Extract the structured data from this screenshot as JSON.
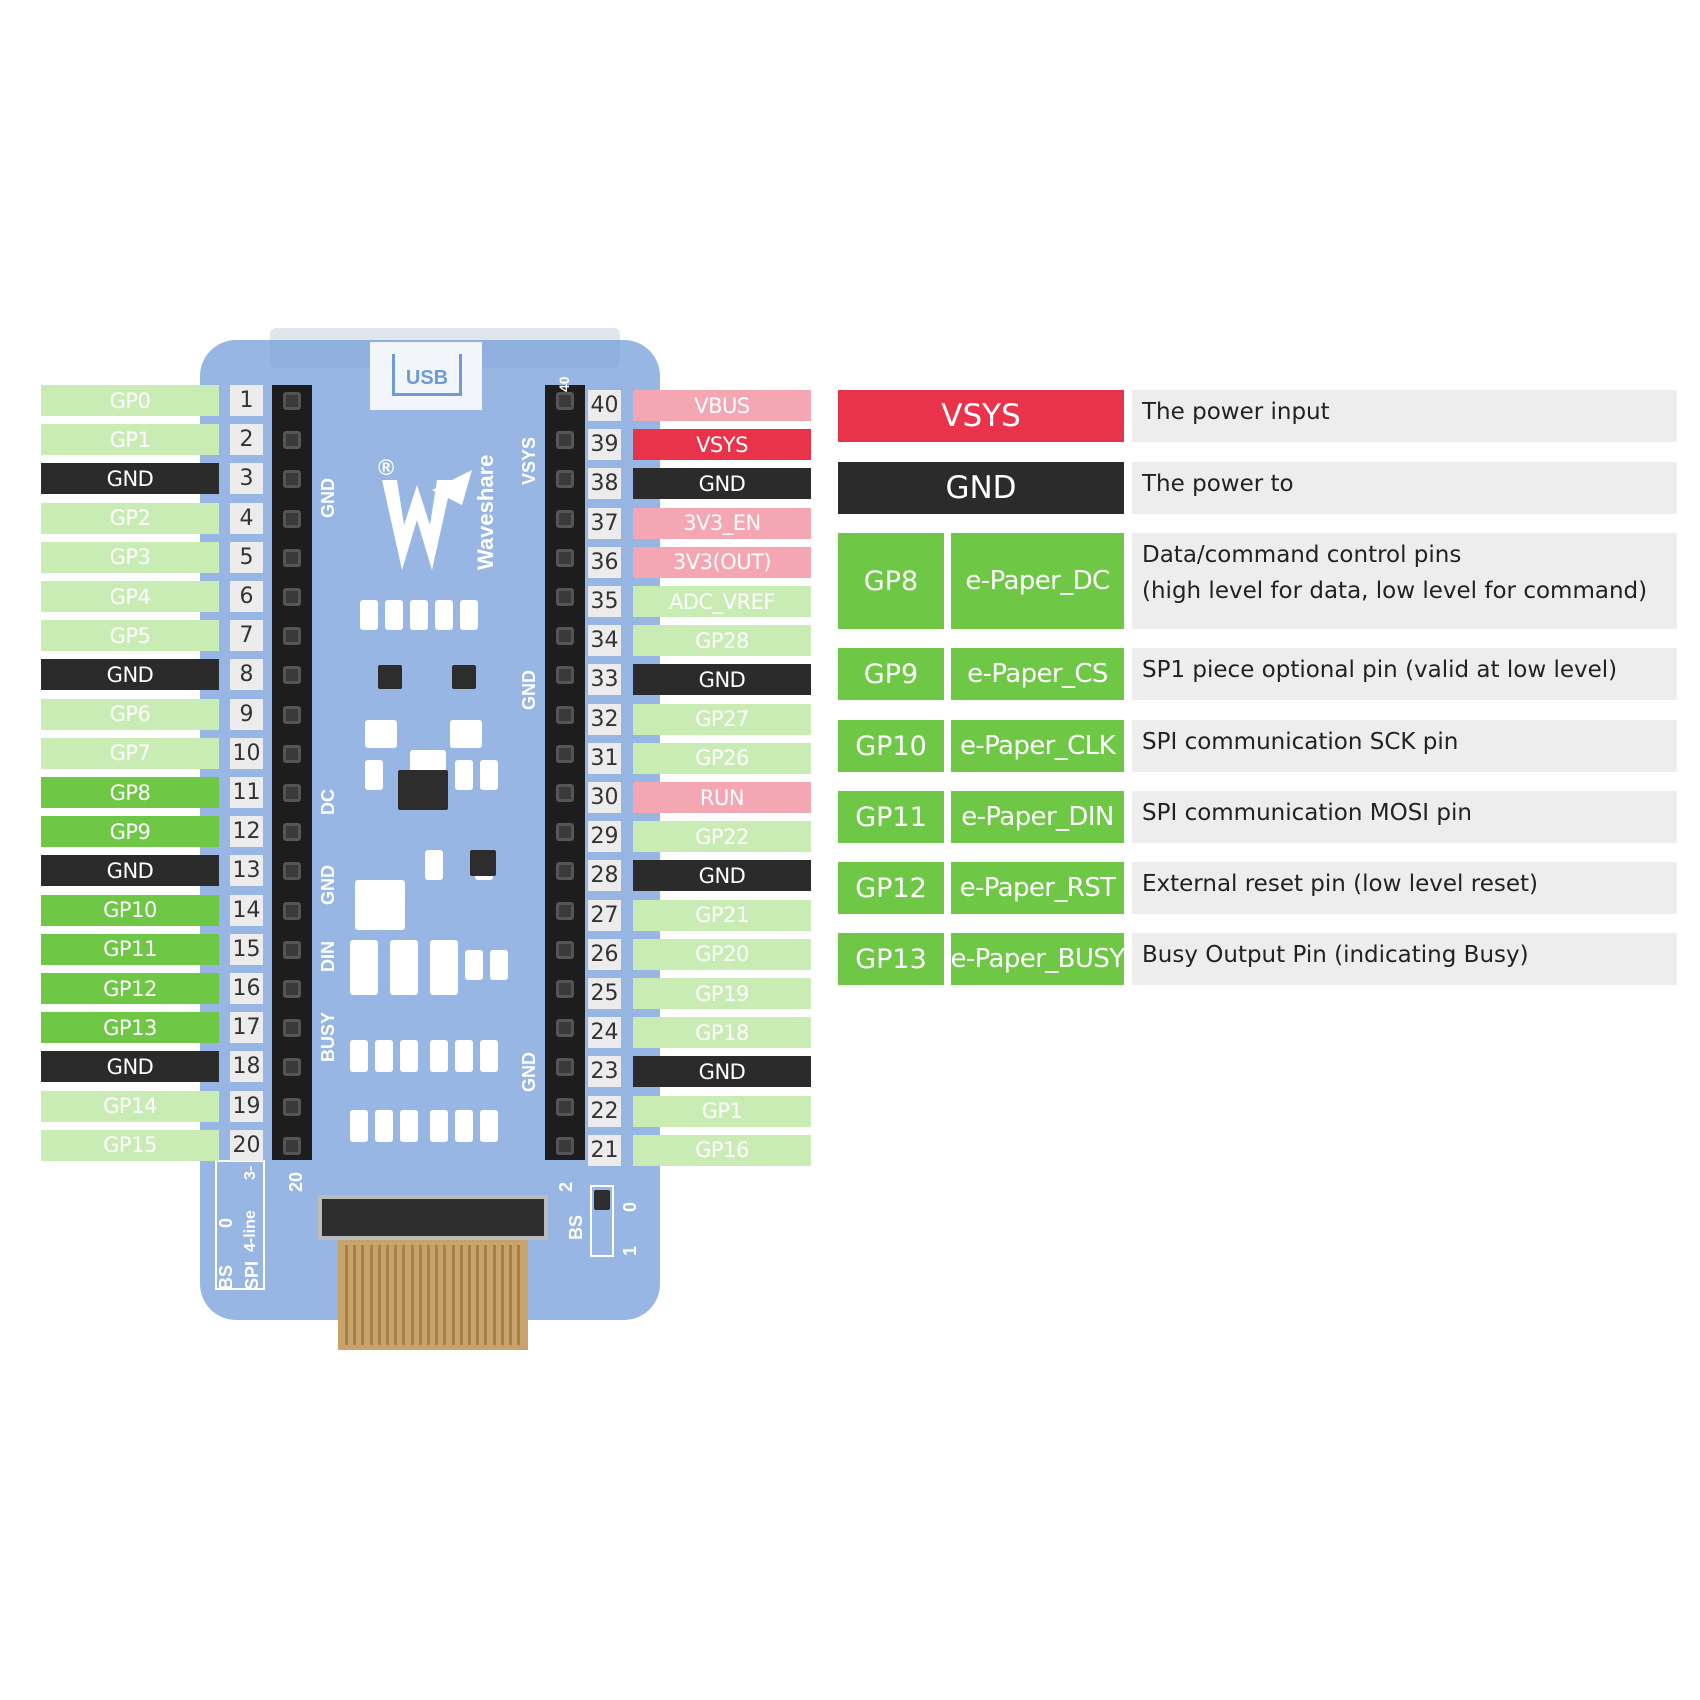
{
  "board": {
    "usb_label": "USB",
    "brand": "Waveshare",
    "registered_mark": "®",
    "silk_labels": [
      "GND",
      "VSYS",
      "GND",
      "DC",
      "GND",
      "DIN",
      "BUSY",
      "GND"
    ],
    "bottom_left": [
      "BS",
      "0",
      "SPI",
      "4-line",
      "3-"
    ],
    "bottom_right": [
      "BS",
      "0",
      "1"
    ],
    "header_marks": [
      "20",
      "2",
      "40"
    ]
  },
  "left_pins": [
    {
      "label": "GP0",
      "num": "1",
      "color": "light"
    },
    {
      "label": "GP1",
      "num": "2",
      "color": "light"
    },
    {
      "label": "GND",
      "num": "3",
      "color": "black"
    },
    {
      "label": "GP2",
      "num": "4",
      "color": "light"
    },
    {
      "label": "GP3",
      "num": "5",
      "color": "light"
    },
    {
      "label": "GP4",
      "num": "6",
      "color": "light"
    },
    {
      "label": "GP5",
      "num": "7",
      "color": "light"
    },
    {
      "label": "GND",
      "num": "8",
      "color": "black"
    },
    {
      "label": "GP6",
      "num": "9",
      "color": "light"
    },
    {
      "label": "GP7",
      "num": "10",
      "color": "light"
    },
    {
      "label": "GP8",
      "num": "11",
      "color": "green"
    },
    {
      "label": "GP9",
      "num": "12",
      "color": "green"
    },
    {
      "label": "GND",
      "num": "13",
      "color": "black"
    },
    {
      "label": "GP10",
      "num": "14",
      "color": "green"
    },
    {
      "label": "GP11",
      "num": "15",
      "color": "green"
    },
    {
      "label": "GP12",
      "num": "16",
      "color": "green"
    },
    {
      "label": "GP13",
      "num": "17",
      "color": "green"
    },
    {
      "label": "GND",
      "num": "18",
      "color": "black"
    },
    {
      "label": "GP14",
      "num": "19",
      "color": "light"
    },
    {
      "label": "GP15",
      "num": "20",
      "color": "light"
    }
  ],
  "right_pins": [
    {
      "label": "VBUS",
      "num": "40",
      "color": "pink"
    },
    {
      "label": "VSYS",
      "num": "39",
      "color": "red"
    },
    {
      "label": "GND",
      "num": "38",
      "color": "black"
    },
    {
      "label": "3V3_EN",
      "num": "37",
      "color": "pink"
    },
    {
      "label": "3V3(OUT)",
      "num": "36",
      "color": "pink"
    },
    {
      "label": "ADC_VREF",
      "num": "35",
      "color": "light"
    },
    {
      "label": "GP28",
      "num": "34",
      "color": "light"
    },
    {
      "label": "GND",
      "num": "33",
      "color": "black"
    },
    {
      "label": "GP27",
      "num": "32",
      "color": "light"
    },
    {
      "label": "GP26",
      "num": "31",
      "color": "light"
    },
    {
      "label": "RUN",
      "num": "30",
      "color": "pink"
    },
    {
      "label": "GP22",
      "num": "29",
      "color": "light"
    },
    {
      "label": "GND",
      "num": "28",
      "color": "black"
    },
    {
      "label": "GP21",
      "num": "27",
      "color": "light"
    },
    {
      "label": "GP20",
      "num": "26",
      "color": "light"
    },
    {
      "label": "GP19",
      "num": "25",
      "color": "light"
    },
    {
      "label": "GP18",
      "num": "24",
      "color": "light"
    },
    {
      "label": "GND",
      "num": "23",
      "color": "black"
    },
    {
      "label": "GP1",
      "num": "22",
      "color": "light"
    },
    {
      "label": "GP16",
      "num": "21",
      "color": "light"
    }
  ],
  "table": {
    "rows": [
      {
        "pin": "VSYS",
        "function": "",
        "desc": [
          "The power input"
        ],
        "color": "red"
      },
      {
        "pin": "GND",
        "function": "",
        "desc": [
          "The power to"
        ],
        "color": "black"
      },
      {
        "pin": "GP8",
        "function": "e-Paper_DC",
        "desc": [
          "Data/command control pins",
          "(high level for data, low level for command)"
        ],
        "color": "green"
      },
      {
        "pin": "GP9",
        "function": "e-Paper_CS",
        "desc": [
          "SP1 piece optional pin (valid at low level)"
        ],
        "color": "green"
      },
      {
        "pin": "GP10",
        "function": "e-Paper_CLK",
        "desc": [
          "SPI communication SCK pin"
        ],
        "color": "green"
      },
      {
        "pin": "GP11",
        "function": "e-Paper_DIN",
        "desc": [
          "SPI communication MOSI pin"
        ],
        "color": "green"
      },
      {
        "pin": "GP12",
        "function": "e-Paper_RST",
        "desc": [
          "External reset pin (low level reset)"
        ],
        "color": "green"
      },
      {
        "pin": "GP13",
        "function": "e-Paper_BUSY",
        "desc": [
          "Busy Output Pin (indicating Busy)"
        ],
        "color": "green"
      }
    ]
  }
}
